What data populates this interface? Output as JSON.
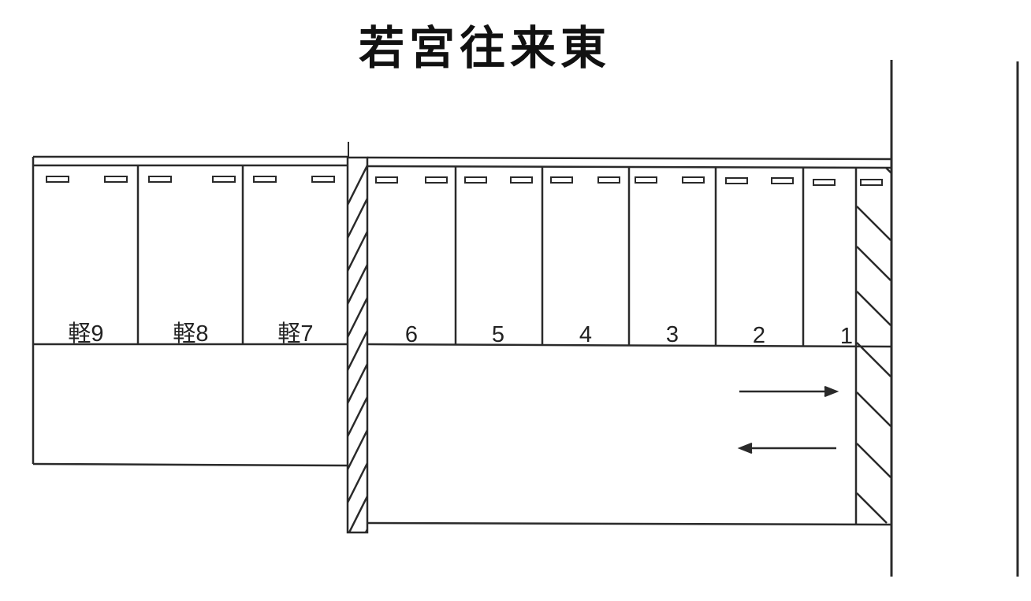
{
  "title": "若宮往来東",
  "colors": {
    "line": "#2a2a2a",
    "background": "#ffffff",
    "text": "#111111"
  },
  "parking": {
    "left_section": {
      "spaces": [
        {
          "label": "軽9"
        },
        {
          "label": "軽8"
        },
        {
          "label": "軽7"
        }
      ]
    },
    "right_section": {
      "spaces": [
        {
          "label": "6"
        },
        {
          "label": "5"
        },
        {
          "label": "4"
        },
        {
          "label": "3"
        },
        {
          "label": "2"
        },
        {
          "label": "1"
        }
      ]
    },
    "traffic_arrows": [
      {
        "direction": "right"
      },
      {
        "direction": "left"
      }
    ]
  }
}
